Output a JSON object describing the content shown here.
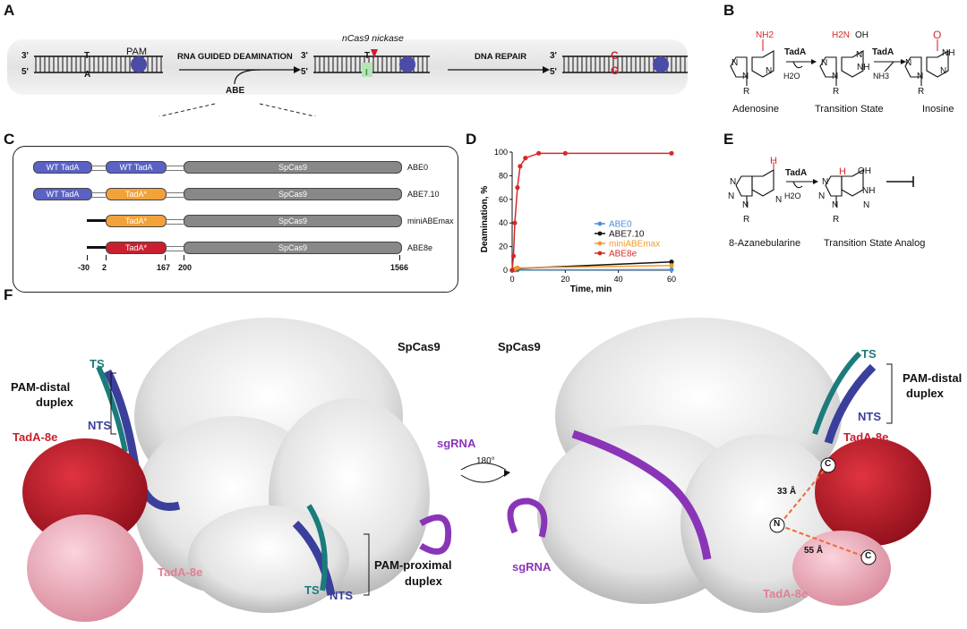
{
  "panels": {
    "A": "A",
    "B": "B",
    "C": "C",
    "D": "D",
    "E": "E",
    "F": "F"
  },
  "panelA": {
    "strand3_a": "3'",
    "strand5_a": "5'",
    "base_T": "T",
    "base_A": "A",
    "pam": "PAM",
    "arrow1": "RNA GUIDED DEAMINATION",
    "abe": "ABE",
    "strand3_b": "3'",
    "strand5_b": "5'",
    "base_T2": "T",
    "base_I": "I",
    "nickase": "nCas9 nickase",
    "arrow2": "DNA REPAIR",
    "strand3_c": "3'",
    "strand5_c": "5'",
    "base_C": "C",
    "base_G": "G",
    "colors": {
      "pam": "#4b4ba8",
      "red": "#d42a2a",
      "inosine": "#8bd08b"
    }
  },
  "panelB": {
    "nh2": "NH2",
    "h2n": "H2N",
    "oh": "OH",
    "o": "O",
    "nh": "NH",
    "n1": "N",
    "n2": "N",
    "n3": "N",
    "n4": "N",
    "n5": "N",
    "n6": "N",
    "n7": "N",
    "n8": "N",
    "n9": "N",
    "r1": "R",
    "r2": "R",
    "r3": "R",
    "tada1": "TadA",
    "tada2": "TadA",
    "h2o": "H2O",
    "nh3": "NH3",
    "labels": [
      "Adenosine",
      "Transition State",
      "Inosine"
    ]
  },
  "panelC": {
    "rows": [
      {
        "name": "ABE0",
        "d1": "WT TadA",
        "d2": "WT TadA",
        "cas": "SpCas9"
      },
      {
        "name": "ABE7.10",
        "d1": "WT TadA",
        "d2": "TadA*",
        "cas": "SpCas9"
      },
      {
        "name": "miniABEmax",
        "d2": "TadA*",
        "cas": "SpCas9"
      },
      {
        "name": "ABE8e",
        "d2": "TadA*",
        "cas": "SpCas9"
      }
    ],
    "ticks": [
      "-30",
      "2",
      "167",
      "200",
      "1566"
    ],
    "colors": {
      "wt": "#5b62c4",
      "star": "#f2a23a",
      "star8e": "#c8202f",
      "cas": "#888888"
    }
  },
  "panelE": {
    "h1": "H",
    "h2": "H",
    "oh": "OH",
    "nh": "NH",
    "n1": "N",
    "n2": "N",
    "n3": "N",
    "n4": "N",
    "n5": "N",
    "n6": "N",
    "n7": "N",
    "n8": "N",
    "r1": "R",
    "r2": "R",
    "tada": "TadA",
    "h2o": "H2O",
    "labels": [
      "8-Azanebularine",
      "Transition State Analog"
    ]
  },
  "chart_data": {
    "type": "line",
    "xlabel": "Time, min",
    "ylabel": "Deamination, %",
    "xlim": [
      0,
      60
    ],
    "ylim": [
      0,
      100
    ],
    "xticks": [
      "0",
      "20",
      "40",
      "60"
    ],
    "yticks": [
      "0",
      "20",
      "40",
      "60",
      "80",
      "100"
    ],
    "legend_position": "center-right",
    "series": [
      {
        "name": "ABE0",
        "color": "#4a90d9",
        "x": [
          0,
          1,
          2,
          60
        ],
        "y": [
          0,
          0.2,
          0.3,
          0.5
        ]
      },
      {
        "name": "ABE7.10",
        "color": "#111111",
        "x": [
          0,
          1,
          2,
          60
        ],
        "y": [
          0,
          1,
          1.5,
          7
        ]
      },
      {
        "name": "miniABEmax",
        "color": "#f29a2e",
        "x": [
          0,
          1,
          2,
          60
        ],
        "y": [
          0,
          1,
          2,
          4
        ]
      },
      {
        "name": "ABE8e",
        "color": "#d42a2a",
        "x": [
          0,
          0.5,
          1,
          2,
          3,
          5,
          10,
          20,
          60
        ],
        "y": [
          0,
          12,
          40,
          70,
          88,
          95,
          99,
          99,
          99
        ]
      }
    ]
  },
  "panelF": {
    "spcas9_left": "SpCas9",
    "spcas9_right": "SpCas9",
    "ts_l": "TS",
    "nts_l": "NTS",
    "pam_distal_l1": "PAM-distal",
    "pam_distal_l2": "duplex",
    "tada_red_l": "TadA-8e",
    "tada_pink_l": "TadA-8e",
    "sgrna_l": "sgRNA",
    "ts_l2": "TS",
    "nts_l2": "NTS",
    "pam_prox1": "PAM-proximal",
    "pam_prox2": "duplex",
    "rot": "180°",
    "ts_r": "TS",
    "nts_r": "NTS",
    "pam_distal_r1": "PAM-distal",
    "pam_distal_r2": "duplex",
    "tada_red_r": "TadA-8e",
    "tada_pink_r": "TadA-8e",
    "sgrna_r": "sgRNA",
    "dist1": "33 Å",
    "dist2": "55 Å",
    "c1": "C",
    "n": "N",
    "c2": "C",
    "colors": {
      "red": "#c8202f",
      "pink": "#f0a6b5",
      "purple": "#8a35b8",
      "navy": "#3b3f9c",
      "teal": "#1c7b7b",
      "pinklabel": "#e27f97"
    }
  }
}
